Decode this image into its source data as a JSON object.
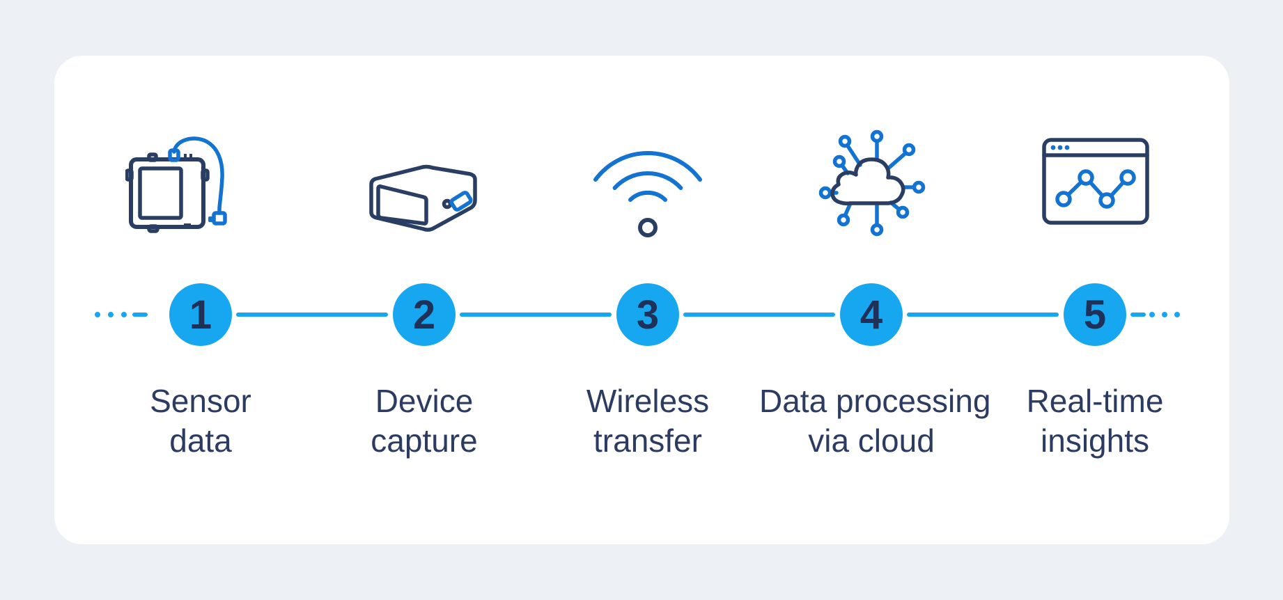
{
  "colors": {
    "background": "#edf0f5",
    "card": "#ffffff",
    "accent_blue": "#16a7f0",
    "icon_blue": "#1273d2",
    "icon_navy": "#2a3d63",
    "text_navy": "#2c3b62",
    "digit_navy": "#1f3159"
  },
  "diagram_type": "horizontal-process-timeline",
  "steps": [
    {
      "number": "1",
      "label_line1": "Sensor",
      "label_line2": "data",
      "icon": "sensor-device-icon"
    },
    {
      "number": "2",
      "label_line1": "Device",
      "label_line2": "capture",
      "icon": "capture-device-icon"
    },
    {
      "number": "3",
      "label_line1": "Wireless",
      "label_line2": "transfer",
      "icon": "wifi-icon"
    },
    {
      "number": "4",
      "label_line1": "Data processing",
      "label_line2": "via cloud",
      "icon": "cloud-network-icon"
    },
    {
      "number": "5",
      "label_line1": "Real-time",
      "label_line2": "insights",
      "icon": "insights-dashboard-icon"
    }
  ]
}
